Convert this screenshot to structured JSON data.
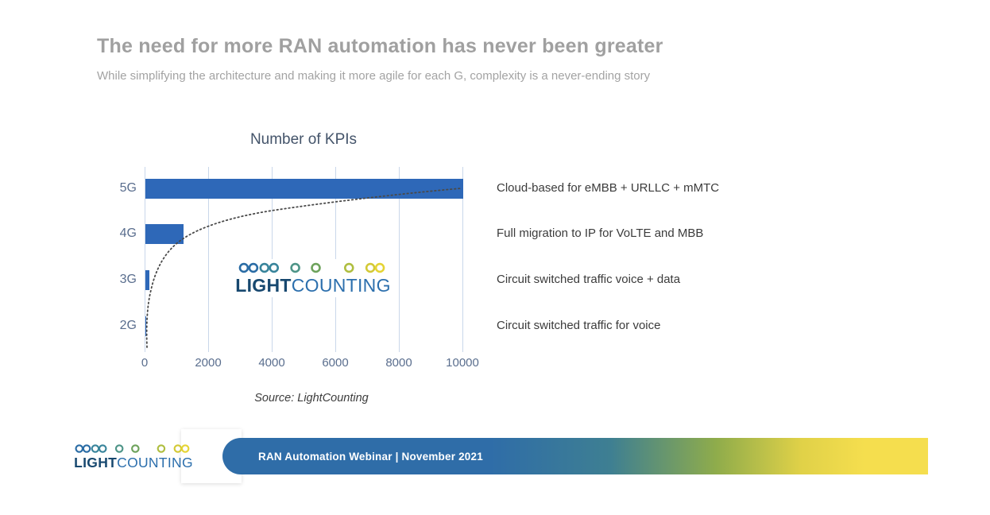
{
  "slide": {
    "title": "The need for more RAN automation has never been greater",
    "subtitle": "While simplifying the architecture and making it more agile for each G, complexity is a never-ending story"
  },
  "chart_data": {
    "type": "bar",
    "orientation": "horizontal",
    "title": "Number of KPIs",
    "categories": [
      "5G",
      "4G",
      "3G",
      "2G"
    ],
    "values": [
      10000,
      1200,
      120,
      10
    ],
    "annotations": [
      "Cloud-based for eMBB + URLLC + mMTC",
      "Full migration to IP for VoLTE and MBB",
      "Circuit switched traffic voice + data",
      "Circuit switched traffic for voice"
    ],
    "x_ticks": [
      "0",
      "2000",
      "4000",
      "6000",
      "8000",
      "10000"
    ],
    "xlim": [
      0,
      10000
    ],
    "grid": true,
    "legend": false,
    "bar_color": "#2E68B8",
    "trend_line": {
      "style": "dotted",
      "color": "#4A4A4A",
      "description": "logarithmic growth curve through bar ends"
    },
    "source_note": "Source: LightCounting"
  },
  "logo": {
    "name": "LightCounting",
    "text_bold": "LIGHT",
    "text_light": "COUNTING",
    "chain_colors": [
      "#2A6CA5",
      "#2A6CA5",
      "#38849B",
      "#38849B",
      "#4D9487",
      "#6DA25B",
      "#AFBE40",
      "#D3C936",
      "#E5D434"
    ]
  },
  "footer": {
    "banner_text": "RAN Automation Webinar  | November 2021",
    "banner_color_start": "#2F6DA8",
    "banner_color_end": "#F5DE4E"
  }
}
